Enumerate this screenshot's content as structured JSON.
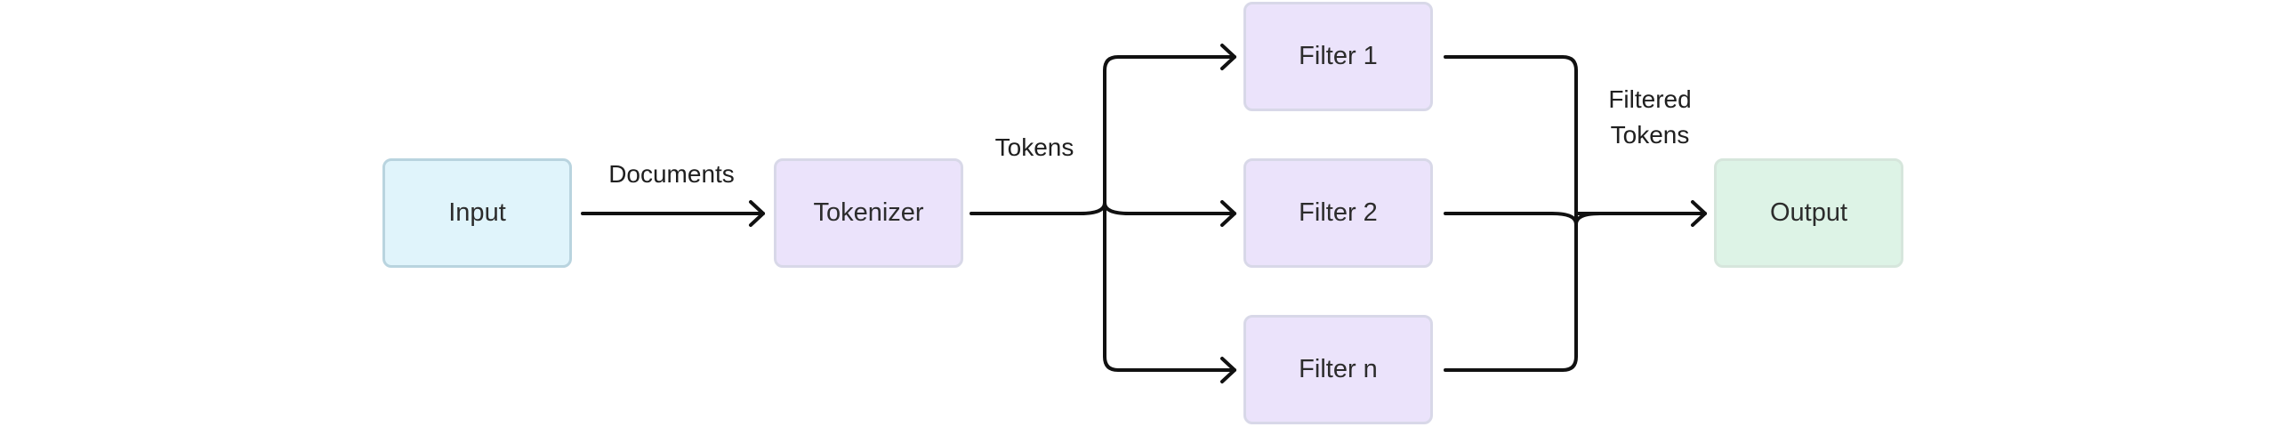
{
  "nodes": {
    "input": "Input",
    "tokenizer": "Tokenizer",
    "filter1": "Filter 1",
    "filter2": "Filter 2",
    "filtern": "Filter n",
    "output": "Output"
  },
  "edges": {
    "documents": "Documents",
    "tokens": "Tokens",
    "filtered_line1": "Filtered",
    "filtered_line2": "Tokens"
  },
  "colors": {
    "input_fill": "#e0f4fb",
    "input_border": "#b9d4df",
    "filter_fill": "#ebe3fb",
    "filter_border": "#d8d8e8",
    "output_fill": "#ddf3e6",
    "output_border": "#d6e6dc",
    "edge": "#111111"
  }
}
